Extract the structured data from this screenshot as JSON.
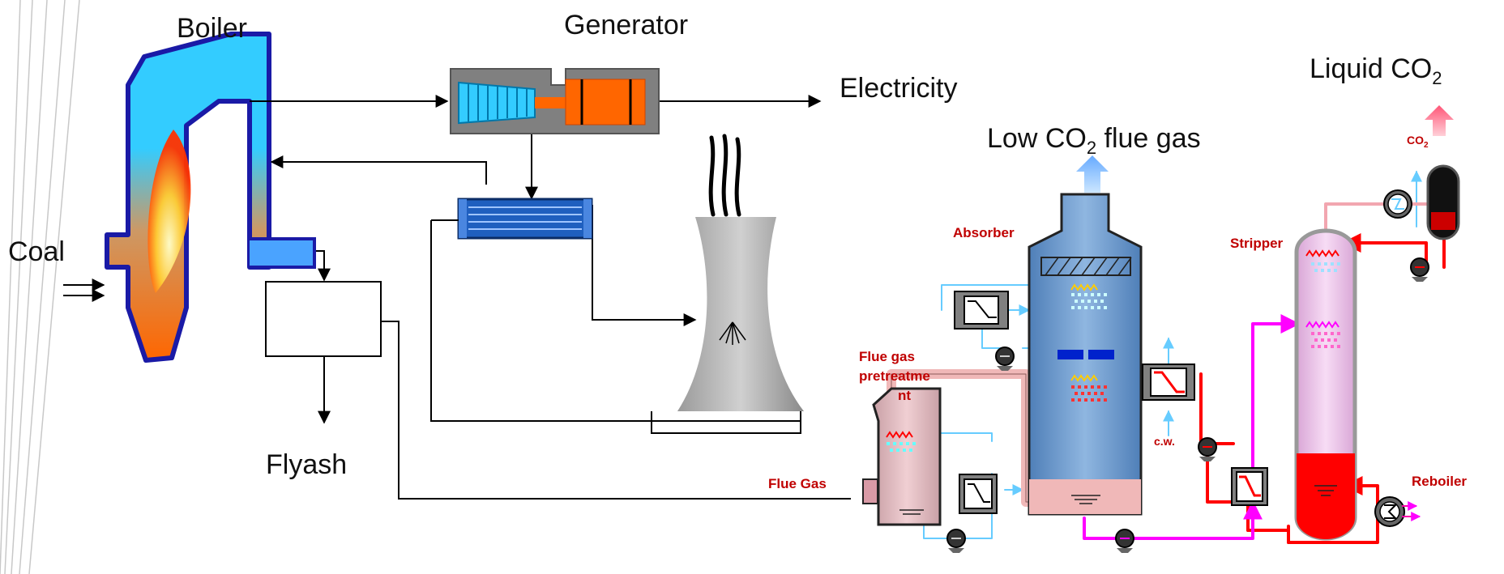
{
  "labels": {
    "boiler": "Boiler",
    "generator": "Generator",
    "electricity": "Electricity",
    "coal": "Coal",
    "flyash": "Flyash",
    "liquid_co2_prefix": "Liquid CO",
    "liquid_co2_sub": "2",
    "low_co2_prefix": "Low CO",
    "low_co2_sub": "2",
    "low_co2_suffix": " flue gas",
    "absorber": "Absorber",
    "stripper": "Stripper",
    "pretreatment_line1": "Flue gas",
    "pretreatment_line2": "pretreatme",
    "pretreatment_line3": "nt",
    "flue_gas": "Flue Gas",
    "reboiler": "Reboiler",
    "cw": "c.w.",
    "co2_small_prefix": "CO",
    "co2_small_sub": "2"
  },
  "colors": {
    "boiler_fill_top": "#33ccff",
    "boiler_fill_bottom": "#ff6600",
    "boiler_outline": "#1a1aa6",
    "generator_fill": "#ff6600",
    "turbine_fill": "#33ccff",
    "housing_fill": "#808080",
    "absorber_fill": "#6699cc",
    "stripper_fill": "#f2c6f0",
    "rich_line": "#ff00ff",
    "lean_line": "#ff0000",
    "cooling_line": "#66ccff",
    "label_red": "#c00000"
  }
}
